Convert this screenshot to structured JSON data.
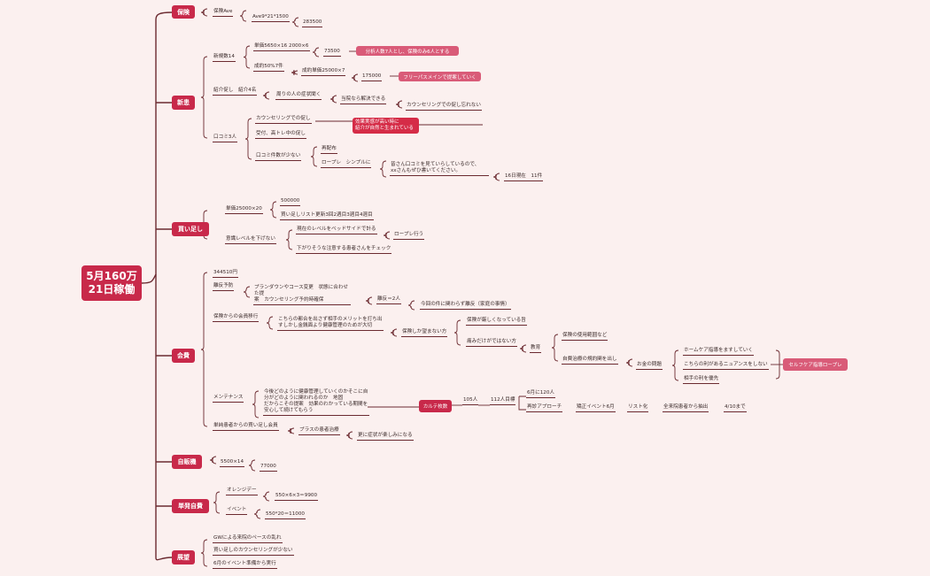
{
  "root": {
    "line1": "5月160万",
    "line2": "21日稼働"
  },
  "branches": {
    "hoken": "保険",
    "shinki": "新患",
    "kaitashi": "買い足し",
    "kaihi": "会費",
    "jihi": "自販機",
    "tanpatsu": "単発自費",
    "tenbo": "展望"
  },
  "hoken": {
    "ave": "保険Ave",
    "calc": "Ave9*21*1500",
    "total": "283500"
  },
  "shinki": {
    "count": "新規数14",
    "unit": "単価5650×16  2000×6",
    "unit_total": "73500",
    "unit_note": "分析人数7人とし、保険のみ6人とする",
    "contract": "成約50%7件",
    "contract_unit": "成約単価25000×7",
    "contract_total": "175000",
    "contract_note": "フリーパスメインで提案していく",
    "intro": "紹介促し　紹介4名",
    "intro_c1": "周りの人の症状聞く",
    "intro_c2": "当院なら解決できる",
    "intro_c3": "カウンセリングでの促し忘れない",
    "kuchikomi": "口コミ3人",
    "kk1": "カウンセリングでの促し",
    "kk2": "受付、高トレ中の促し",
    "kk_note": "効果実感が高い時に\n紹介が自然と生まれている",
    "kk3": "口コミ件数が少ない",
    "kk3a": "再配布",
    "kk3b": "ロープレ　シンプルに",
    "kk3c": "皆さん口コミを見ていらしているので、\nxxさんもぜひ書いてください。",
    "kk3d": "16日現在　11件"
  },
  "kaitashi": {
    "unit": "単価25000×20",
    "unit_a": "500000",
    "unit_b": "買い足しリスト更新3回2週目3週目4週目",
    "lower": "意識レベルを下げない",
    "lower_a": "現在のレベルをベッドサイドで計る",
    "lower_a1": "ロープレ行う",
    "lower_b": "下がりそうな注意する患者さんをチェック"
  },
  "kaihi": {
    "amount": "344510円",
    "leave": "離反予防",
    "leave_a": "プランダウンやコース変更　状態に合わせた提\n案　カウンセリング予約時確保",
    "leave_b": "離反＝2人",
    "leave_c": "今回の件に関わらず離反（家庭の事情）",
    "from_hoken": "保険からの会員移行",
    "fh_a": "こちらの都合を出さず相手のメリットを打ち出\nすしかし金銭面より健康管理のためが大切",
    "fh_b": "保険しか望まない方",
    "fh_b1": "保険が厳しくなっている旨",
    "fh_b2": "痛みだけがではない方",
    "fh_b3": "教育",
    "fh_b3a": "保険の使用範囲など",
    "fh_b3b": "自費治療の規約関を出し",
    "fh_b3c": "お金の問題",
    "fh_m1": "ホームケア指導をますしていく",
    "fh_m2": "こちらの利があるニュアンスをしない",
    "fh_m3": "相手の利を優先",
    "fh_note": "セルフケア指導ロープレ",
    "maint": "メンテナンス",
    "maint_a": "今後どのように健康管理していくのかそこに自\n分がどのように関われるのか　地固\nだからこその提案　効果のわかっている期間を\n安心して続けてもらう",
    "karte": "カルテ枚数",
    "k105": "105人",
    "k112": "112人目標",
    "k6": "6月に120人",
    "kr": "再診アプローチ",
    "kr1": "矯正イベント6月",
    "kr2": "リスト化",
    "kr3": "全来院患者から抽出",
    "kr4": "4/10まで",
    "fromprev": "単純患者からの買い足し会員",
    "fp_a": "プラスの患者治療",
    "fp_b": "更に症状が楽しみになる"
  },
  "jihi": {
    "calc": "5500×14",
    "total": "77000"
  },
  "tanpatsu": {
    "orange": "オレンジデー",
    "orange_v": "550×6×3＝9900",
    "event": "イベント",
    "event_v": "550*20＝11000"
  },
  "tenbo": {
    "a": "GWによる来院のペースの乱れ",
    "b": "買い足しのカウンセリングが少ない",
    "c": "6月のイベント準備から実行"
  },
  "colors": {
    "accent": "#c8294a",
    "tag": "#d95b78",
    "line": "#6b2a30",
    "bg": "#fbf0ef"
  }
}
